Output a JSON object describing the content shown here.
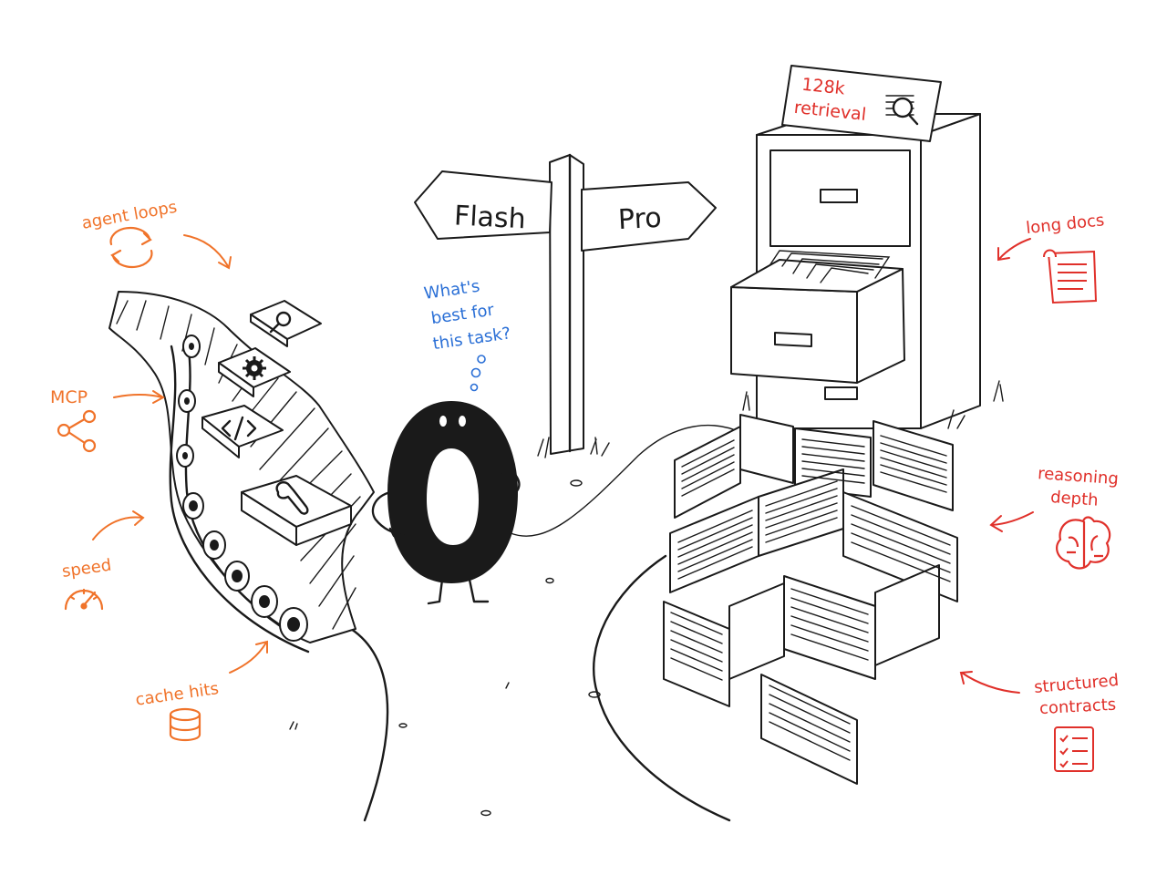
{
  "colors": {
    "ink": "#1a1a1a",
    "left_accent": "#f0732a",
    "right_accent": "#e0302a",
    "question": "#2a6fd6",
    "paper": "#ffffff"
  },
  "signpost": {
    "left_label": "Flash",
    "right_label": "Pro"
  },
  "thought_bubble": {
    "lines": [
      "What's",
      "best for",
      "this task?"
    ]
  },
  "cabinet_sign": {
    "lines": [
      "128k",
      "retrieval"
    ],
    "icon": "magnifier-icon"
  },
  "left_labels": [
    {
      "text": "agent loops",
      "icon": "cycle-arrows-icon"
    },
    {
      "text": "MCP",
      "icon": "share-nodes-icon"
    },
    {
      "text": "speed",
      "icon": "speedometer-icon"
    },
    {
      "text": "cache hits",
      "icon": "database-icon"
    }
  ],
  "right_labels": [
    {
      "lines": [
        "long docs"
      ],
      "icon": "scroll-document-icon"
    },
    {
      "lines": [
        "reasoning",
        "depth"
      ],
      "icon": "brain-icon"
    },
    {
      "lines": [
        "structured",
        "contracts"
      ],
      "icon": "checklist-icon"
    }
  ],
  "conveyor_items": [
    {
      "icon": "magnifier-icon"
    },
    {
      "icon": "gear-icon"
    },
    {
      "icon": "code-brackets-icon"
    },
    {
      "icon": "wrench-icon"
    }
  ]
}
